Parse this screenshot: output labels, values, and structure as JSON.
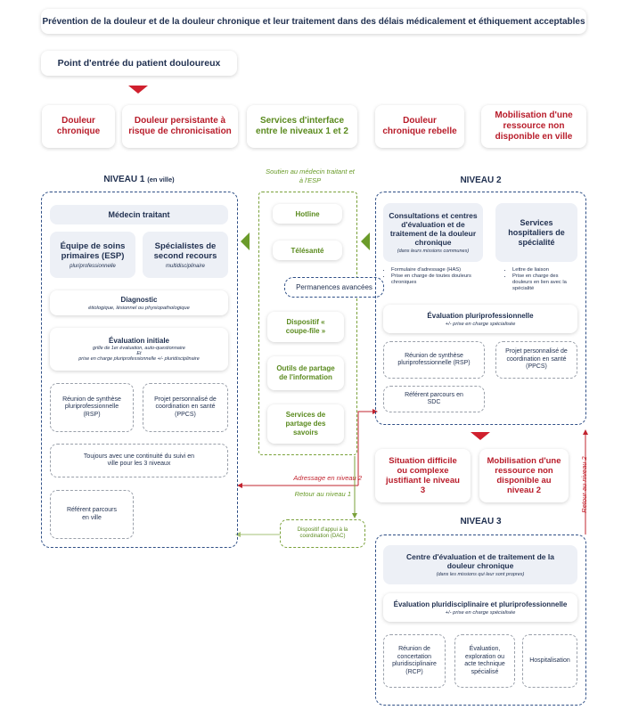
{
  "header": {
    "title": "Prévention de la douleur et de la douleur chronique et leur traitement dans des délais médicalement et éthiquement acceptables",
    "entry_point": "Point d'entrée du patient douloureux"
  },
  "categories": [
    "Douleur chronique",
    "Douleur persistante à risque de chronicisation",
    "Services d'interface entre le niveaux 1 et 2",
    "Douleur chronique rebelle",
    "Mobilisation d'une ressource non disponible en ville"
  ],
  "niveau1": {
    "title": "NIVEAU 1",
    "subtitle": "(en ville)",
    "medecin": "Médecin traitant",
    "esp_title": "Équipe de soins primaires (ESP)",
    "esp_sub": "pluriprofessionnelle",
    "spec_title": "Spécialistes de second recours",
    "spec_sub": "multidisciplinaire",
    "diag_title": "Diagnostic",
    "diag_sub": "étiologique, lésionnel ou physiopathologique",
    "eval_title": "Évaluation initiale",
    "eval_line1": "grille de 1er évaluation, auto-questionnaire",
    "eval_line2": "Et",
    "eval_line3": "prise en charge pluriprofessionnelle +/- pluridisciplinaire",
    "rsp": "Réunion de synthèse pluriprofessionnelle (RSP)",
    "ppcs": "Projet personnalisé de coordination en santé (PPCS)",
    "continuite": "Toujours avec une continuité du suivi en ville pour les 3 niveaux",
    "referent": "Référent parcours en ville"
  },
  "interface": {
    "caption": "Soutien au médecin traitant et à l'ESP",
    "hotline": "Hotline",
    "telesante": "Télésanté",
    "permanences": "Permanences avancées",
    "coupe_file": "Dispositif « coupe-file »",
    "outils": "Outils de partage de l'information",
    "services": "Services de partage des savoirs",
    "adressage": "Adressage en niveau 2",
    "retour1": "Retour au niveau 1",
    "dac": "Dispositif d'appui à la coordination (DAC)"
  },
  "niveau2": {
    "title": "NIVEAU 2",
    "consult_title": "Consultations et centres d'évaluation et de traitement de la douleur chronique",
    "consult_sub": "(dans leurs missions communes)",
    "consult_bullets": [
      "Formulaire d'adressage (HAS)",
      "Prise en charge de toutes douleurs chroniques"
    ],
    "hosp_title": "Services hospitaliers de spécialité",
    "hosp_bullets": [
      "Lettre de liaison",
      "Prise en charge des douleurs en lien avec la spécialité"
    ],
    "eval_title": "Évaluation pluriprofessionnelle",
    "eval_sub": "+/- prise en charge spécialisée",
    "rsp": "Réunion de synthèse pluriprofessionnelle (RSP)",
    "ppcs": "Projet personnalisé de coordination en santé (PPCS)",
    "referent": "Référent parcours en SDC",
    "situation": "Situation difficile ou complexe justifiant le niveau 3",
    "mobilisation": "Mobilisation d'une ressource non disponible au niveau 2",
    "retour2": "Retour au niveau 2"
  },
  "niveau3": {
    "title": "NIVEAU 3",
    "centre_title": "Centre d'évaluation et de traitement de la douleur chronique",
    "centre_sub": "(dans les missions qui leur sont propres)",
    "eval_title": "Évaluation pluridisciplinaire et pluriprofessionnelle",
    "eval_sub": "+/- prise en charge spécialisée",
    "rcp": "Réunion de concertation pluridisciplinaire (RCP)",
    "exploration": "Évaluation, exploration ou acte technique spécialisé",
    "hospitalisation": "Hospitalisation"
  },
  "colors": {
    "red": "#b81c2a",
    "green": "#5a8a1e",
    "navy": "#1f2f4f",
    "dash_blue": "#2f4f86"
  }
}
